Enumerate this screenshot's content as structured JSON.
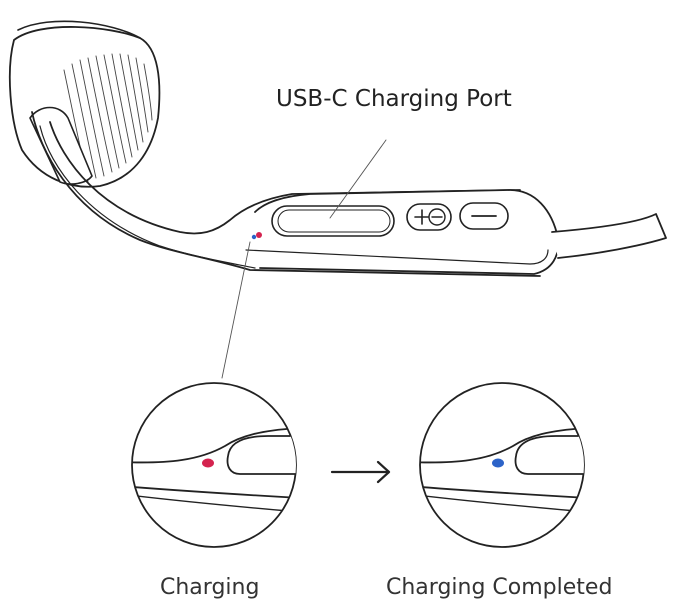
{
  "labels": {
    "port": "USB-C Charging Port",
    "charging": "Charging",
    "completed": "Charging Completed"
  },
  "colors": {
    "charging_led": "#d4234f",
    "completed_led": "#2c63c8",
    "stroke": "#222222"
  },
  "icons": {
    "arrow": "right-arrow-icon",
    "plus_button": "plus-button-icon",
    "minus_button": "minus-button-icon"
  }
}
